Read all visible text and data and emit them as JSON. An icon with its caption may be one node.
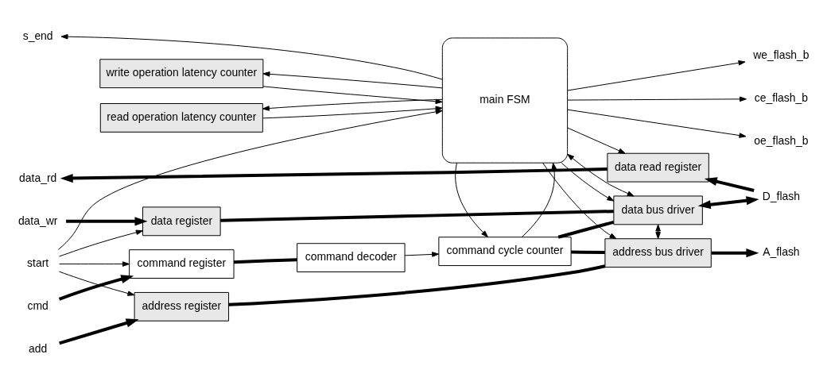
{
  "diagram": {
    "nodes": [
      {
        "text": [
          "data_wr"
        ]
      },
      {
        "text": [
          "start"
        ]
      },
      {
        "text": [
          "add"
        ]
      },
      {
        "text": [
          "cmd"
        ]
      },
      {
        "text": [
          "data_rd"
        ]
      },
      {
        "text": [
          "s_end"
        ]
      },
      {
        "text": [
          "data register"
        ]
      },
      {
        "text": [
          "address register"
        ]
      },
      {
        "text": [
          "command register"
        ]
      },
      {
        "text": [
          "command decoder"
        ]
      },
      {
        "text": [
          "command cycle counter"
        ]
      },
      {
        "text": [
          "data bus driver"
        ]
      },
      {
        "text": [
          "address bus driver"
        ]
      },
      {
        "text": [
          "data read register"
        ]
      },
      {
        "text": [
          "main FSM"
        ]
      },
      {
        "text": [
          "write operation latency counter"
        ]
      },
      {
        "text": [
          "read operation latency counter"
        ]
      },
      {
        "text": [
          "D_flash"
        ]
      },
      {
        "text": [
          "A_flash"
        ]
      },
      {
        "text": [
          "oe_flash_b"
        ]
      },
      {
        "text": [
          "we_flash_b"
        ]
      },
      {
        "text": [
          "ce_flash_b"
        ]
      }
    ],
    "edges": [
      {
        "from": 0,
        "to": 6,
        "arrow": "to",
        "style": "thick"
      },
      {
        "from": 1,
        "to": 6,
        "arrow": "to"
      },
      {
        "from": 1,
        "to": 7,
        "arrow": "to"
      },
      {
        "from": 1,
        "to": 8,
        "arrow": "to"
      },
      {
        "from": 1,
        "to": 14,
        "arrow": "to"
      },
      {
        "from": 2,
        "to": 7,
        "arrow": "to",
        "style": "thick"
      },
      {
        "from": 3,
        "to": 8,
        "arrow": "to",
        "style": "thick"
      },
      {
        "from": 13,
        "to": 4,
        "arrow": "to",
        "style": "thick"
      },
      {
        "from": 14,
        "to": 5,
        "arrow": "to"
      },
      {
        "from": 6,
        "to": 11,
        "arrow": "none",
        "style": "thick"
      },
      {
        "from": 7,
        "to": 12,
        "arrow": "none",
        "style": "thick"
      },
      {
        "from": 8,
        "to": 9,
        "arrow": "none",
        "style": "thick"
      },
      {
        "from": 9,
        "to": 10,
        "arrow": "to"
      },
      {
        "from": 10,
        "to": 11,
        "arrow": "none",
        "style": "thick"
      },
      {
        "from": 10,
        "to": 12,
        "arrow": "none",
        "style": "thick"
      },
      {
        "from": 10,
        "to": 14,
        "arrow": "to"
      },
      {
        "from": 14,
        "to": 10,
        "arrow": "to"
      },
      {
        "from": 14,
        "to": 11,
        "arrow": "to"
      },
      {
        "from": 14,
        "to": 12,
        "arrow": "to"
      },
      {
        "from": 14,
        "to": 13,
        "arrow": "to"
      },
      {
        "from": 11,
        "to": 12,
        "arrow": "both"
      },
      {
        "from": 11,
        "to": 14,
        "arrow": "both"
      },
      {
        "from": 11,
        "to": 17,
        "arrow": "both",
        "style": "thick"
      },
      {
        "from": 17,
        "to": 13,
        "arrow": "to",
        "style": "thick"
      },
      {
        "from": 12,
        "to": 18,
        "arrow": "to",
        "style": "thick"
      },
      {
        "from": 14,
        "to": 19,
        "arrow": "to"
      },
      {
        "from": 14,
        "to": 20,
        "arrow": "to"
      },
      {
        "from": 14,
        "to": 21,
        "arrow": "to"
      },
      {
        "from": 15,
        "to": 14,
        "arrow": "to"
      },
      {
        "from": 14,
        "to": 15,
        "arrow": "to"
      },
      {
        "from": 16,
        "to": 14,
        "arrow": "to"
      },
      {
        "from": 14,
        "to": 16,
        "arrow": "to"
      }
    ]
  }
}
